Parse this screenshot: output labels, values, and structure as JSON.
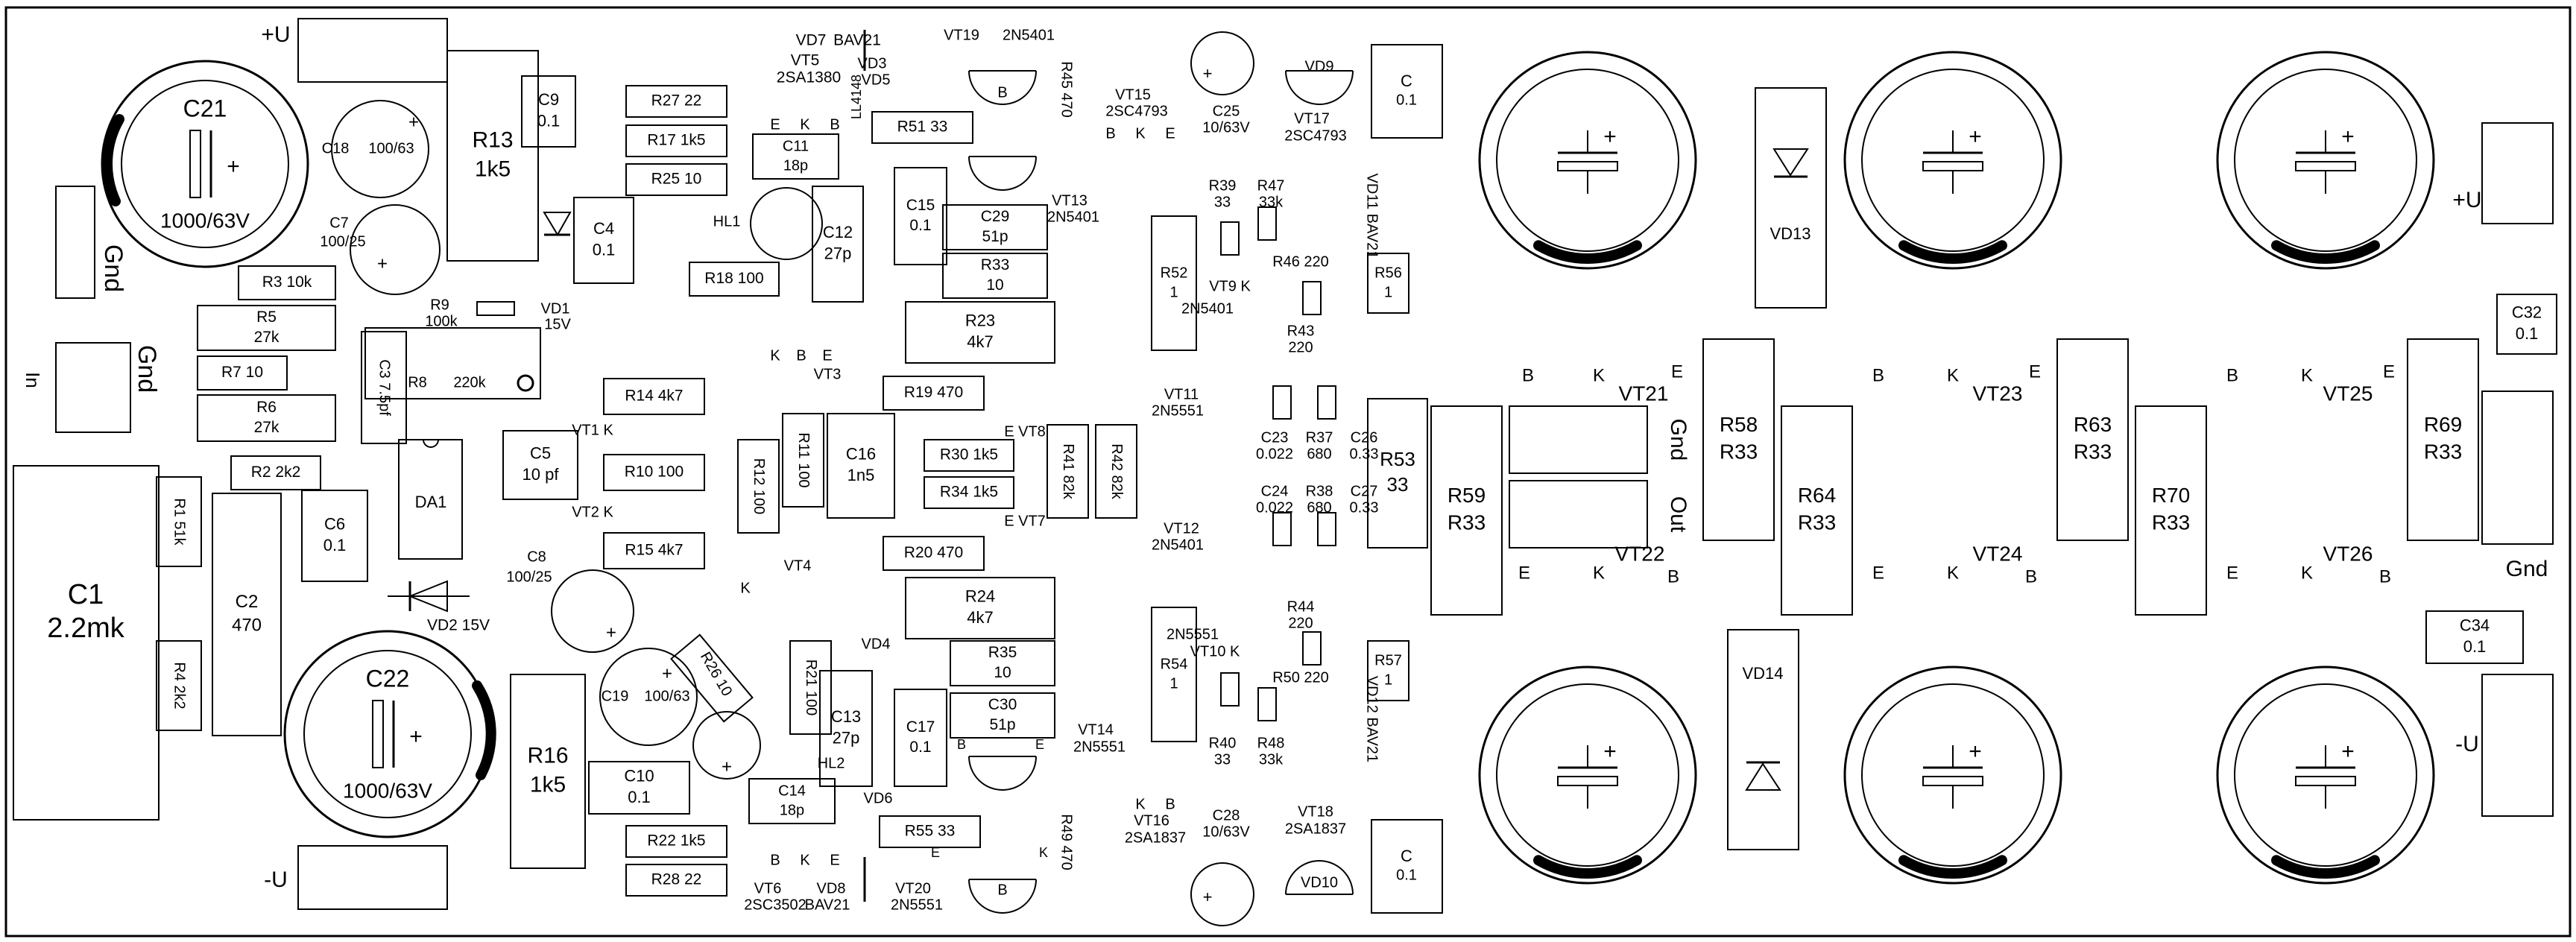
{
  "components": [
    {
      "ref": "C21",
      "value": "1000/63V"
    },
    {
      "ref": "C22",
      "value": "1000/63V"
    },
    {
      "ref": "C1",
      "value": "2.2mk"
    },
    {
      "ref": "C2",
      "value": "470"
    },
    {
      "ref": "C3",
      "value": "7.5pf"
    },
    {
      "ref": "C4",
      "value": "0.1"
    },
    {
      "ref": "C5",
      "value": "10 pf"
    },
    {
      "ref": "C6",
      "value": "0.1"
    },
    {
      "ref": "C7",
      "value": "100/25"
    },
    {
      "ref": "C8",
      "value": "100/25"
    },
    {
      "ref": "C9",
      "value": "0.1"
    },
    {
      "ref": "C10",
      "value": "0.1"
    },
    {
      "ref": "C11",
      "value": "18p"
    },
    {
      "ref": "C12",
      "value": "27p"
    },
    {
      "ref": "C13",
      "value": "27p"
    },
    {
      "ref": "C14",
      "value": "18p"
    },
    {
      "ref": "C15",
      "value": "0.1"
    },
    {
      "ref": "C16",
      "value": "1n5"
    },
    {
      "ref": "C17",
      "value": "0.1"
    },
    {
      "ref": "C18",
      "value": "100/63"
    },
    {
      "ref": "C19",
      "value": "100/63"
    },
    {
      "ref": "C23",
      "value": "0.022"
    },
    {
      "ref": "C24",
      "value": "0.022"
    },
    {
      "ref": "C25",
      "value": "10/63V"
    },
    {
      "ref": "C26",
      "value": "0.33"
    },
    {
      "ref": "C27",
      "value": "0.33"
    },
    {
      "ref": "C28",
      "value": "10/63V"
    },
    {
      "ref": "C29",
      "value": "51p"
    },
    {
      "ref": "C30",
      "value": "51p"
    },
    {
      "ref": "C32",
      "value": "0.1"
    },
    {
      "ref": "C34",
      "value": "0.1"
    },
    {
      "ref": "R1",
      "value": "51k"
    },
    {
      "ref": "R2",
      "value": "2k2"
    },
    {
      "ref": "R3",
      "value": "10k"
    },
    {
      "ref": "R4",
      "value": "2k2"
    },
    {
      "ref": "R5",
      "value": "27k"
    },
    {
      "ref": "R6",
      "value": "27k"
    },
    {
      "ref": "R7",
      "value": "10"
    },
    {
      "ref": "R8",
      "value": "220k"
    },
    {
      "ref": "R9",
      "value": "100k"
    },
    {
      "ref": "R10",
      "value": "100"
    },
    {
      "ref": "R11",
      "value": "100"
    },
    {
      "ref": "R12",
      "value": "100"
    },
    {
      "ref": "R13",
      "value": "1k5"
    },
    {
      "ref": "R14",
      "value": "4k7"
    },
    {
      "ref": "R15",
      "value": "4k7"
    },
    {
      "ref": "R16",
      "value": "1k5"
    },
    {
      "ref": "R17",
      "value": "1k5"
    },
    {
      "ref": "R18",
      "value": "100"
    },
    {
      "ref": "R19",
      "value": "470"
    },
    {
      "ref": "R20",
      "value": "470"
    },
    {
      "ref": "R21",
      "value": "100"
    },
    {
      "ref": "R22",
      "value": "1k5"
    },
    {
      "ref": "R23",
      "value": "4k7"
    },
    {
      "ref": "R24",
      "value": "4k7"
    },
    {
      "ref": "R25",
      "value": "10"
    },
    {
      "ref": "R26",
      "value": "10"
    },
    {
      "ref": "R27",
      "value": "22"
    },
    {
      "ref": "R28",
      "value": "22"
    },
    {
      "ref": "R30",
      "value": "1k5"
    },
    {
      "ref": "R33",
      "value": "10"
    },
    {
      "ref": "R34",
      "value": "1k5"
    },
    {
      "ref": "R35",
      "value": "10"
    },
    {
      "ref": "R37",
      "value": "680"
    },
    {
      "ref": "R38",
      "value": "680"
    },
    {
      "ref": "R39",
      "value": "33"
    },
    {
      "ref": "R40",
      "value": "33"
    },
    {
      "ref": "R41",
      "value": "82k"
    },
    {
      "ref": "R42",
      "value": "82k"
    },
    {
      "ref": "R43",
      "value": "220"
    },
    {
      "ref": "R44",
      "value": "220"
    },
    {
      "ref": "R45",
      "value": "470"
    },
    {
      "ref": "R46",
      "value": "220"
    },
    {
      "ref": "R47",
      "value": "33k"
    },
    {
      "ref": "R48",
      "value": "33k"
    },
    {
      "ref": "R49",
      "value": "470"
    },
    {
      "ref": "R50",
      "value": "220"
    },
    {
      "ref": "R51",
      "value": "33"
    },
    {
      "ref": "R52",
      "value": "1"
    },
    {
      "ref": "R53",
      "value": "33"
    },
    {
      "ref": "R54",
      "value": "1"
    },
    {
      "ref": "R55",
      "value": "33"
    },
    {
      "ref": "R56",
      "value": "1"
    },
    {
      "ref": "R57",
      "value": "1"
    },
    {
      "ref": "R58",
      "value": "R33"
    },
    {
      "ref": "R59",
      "value": "R33"
    },
    {
      "ref": "R63",
      "value": "R33"
    },
    {
      "ref": "R64",
      "value": "R33"
    },
    {
      "ref": "R69",
      "value": "R33"
    },
    {
      "ref": "R70",
      "value": "R33"
    },
    {
      "ref": "VD1",
      "value": "15V"
    },
    {
      "ref": "VD2",
      "value": "15V"
    },
    {
      "ref": "VD7",
      "value": "BAV21"
    },
    {
      "ref": "VD8",
      "value": "BAV21"
    },
    {
      "ref": "VD11",
      "value": "BAV21"
    },
    {
      "ref": "VD12",
      "value": "BAV21"
    },
    {
      "ref": "VD3",
      "value": "LL4148"
    },
    {
      "ref": "VT5",
      "value": "2SA1380"
    },
    {
      "ref": "VT6",
      "value": "2SC3502"
    },
    {
      "ref": "VT9",
      "value": "2N5401"
    },
    {
      "ref": "VT10",
      "value": "2N5551"
    },
    {
      "ref": "VT11",
      "value": "2N5551"
    },
    {
      "ref": "VT12",
      "value": "2N5401"
    },
    {
      "ref": "VT13",
      "value": "2N5401"
    },
    {
      "ref": "VT14",
      "value": "2N5551"
    },
    {
      "ref": "VT15",
      "value": "2SC4793"
    },
    {
      "ref": "VT16",
      "value": "2SA1837"
    },
    {
      "ref": "VT17",
      "value": "2SC4793"
    },
    {
      "ref": "VT18",
      "value": "2SA1837"
    },
    {
      "ref": "VT19",
      "value": "2N5401"
    },
    {
      "ref": "VT20",
      "value": "2N5551"
    }
  ],
  "labels": {
    "plus_u": "+U",
    "minus_u": "-U",
    "gnd": "Gnd",
    "in": "In",
    "out": "Out",
    "hl1": "HL1",
    "hl2": "HL2",
    "da1": "DA1",
    "c": "C",
    "c_value": "0.1",
    "vd5": "VD5",
    "vd6": "VD6",
    "vd4": "VD4",
    "vd9": "VD9",
    "vd10": "VD10",
    "vd13": "VD13",
    "vd14": "VD14",
    "vt1": "VT1",
    "vt2": "VT2",
    "vt3": "VT3",
    "vt4": "VT4",
    "vt7": "VT7",
    "vt8": "VT8",
    "vt21": "VT21",
    "vt22": "VT22",
    "vt23": "VT23",
    "vt24": "VT24",
    "vt25": "VT25",
    "vt26": "VT26",
    "pin_b": "B",
    "pin_k": "K",
    "pin_e": "E",
    "plus_sign": "+",
    "minus_sign": "-"
  }
}
